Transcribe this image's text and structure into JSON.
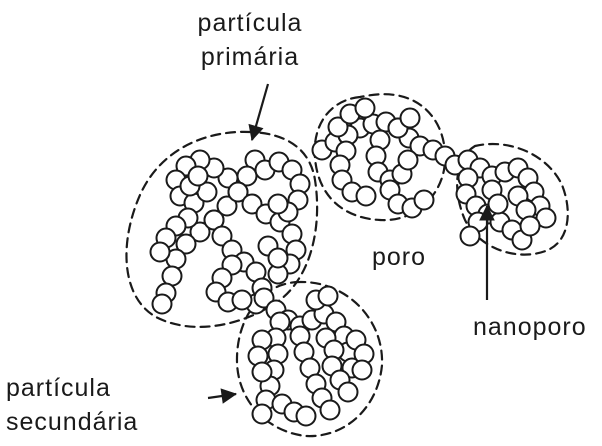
{
  "labels": {
    "primary_particle": [
      "partícula",
      "primária"
    ],
    "pore": "poro",
    "nanopore": "nanoporo",
    "secondary_particle": [
      "partícula",
      "secundária"
    ]
  },
  "colors": {
    "ink": "#1a1a1a",
    "background": "#ffffff"
  }
}
